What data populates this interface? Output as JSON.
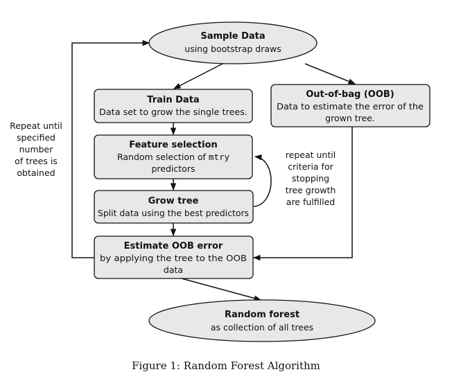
{
  "nodes": {
    "sample": {
      "title": "Sample Data",
      "lines": [
        "using bootstrap draws"
      ]
    },
    "train": {
      "title": "Train Data",
      "lines": [
        "Data set to grow the single trees."
      ]
    },
    "oob": {
      "title": "Out-of-bag (OOB)",
      "lines": [
        "Data to estimate the error of the",
        "grown tree."
      ]
    },
    "feature": {
      "title": "Feature selection",
      "line1_prefix": "Random selection of ",
      "line1_code": "mtry",
      "line2": "predictors"
    },
    "grow": {
      "title": "Grow tree",
      "lines": [
        "Split data using the best predictors"
      ]
    },
    "estimate": {
      "title": "Estimate OOB error",
      "lines": [
        "by applying the tree to the OOB",
        "data"
      ]
    },
    "forest": {
      "title": "Random forest",
      "lines": [
        "as collection of all trees"
      ]
    }
  },
  "labels": {
    "repeat_outer": [
      "Repeat until",
      "specified",
      "number",
      "of trees is",
      "obtained"
    ],
    "repeat_inner": [
      "repeat until",
      "criteria for",
      "stopping",
      "tree growth",
      "are fulfilled"
    ]
  },
  "caption": "Figure 1: Random Forest Algorithm",
  "colors": {
    "node_fill": "#e8e8e8",
    "stroke": "#111111"
  }
}
